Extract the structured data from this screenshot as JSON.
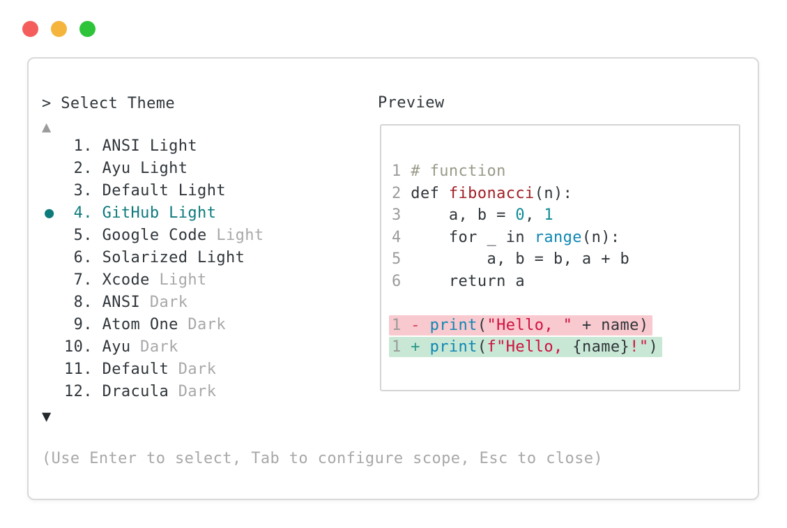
{
  "colors": {
    "accent_teal": "#0d7a7c",
    "text_dark": "#2f353a",
    "text_muted": "#a8a8a8",
    "line_number": "#9b9b9b",
    "comment": "#999988",
    "function_name": "#a02025",
    "number_literal": "#0f8a94",
    "builtin": "#0e86b3",
    "string": "#d01040",
    "diff_del_sign": "#d6405a",
    "diff_add_sign": "#2a9a8a",
    "diff_del_bg": "#f8c9ce",
    "diff_add_bg": "#c8e7d5",
    "border": "#d9d9d9",
    "traffic_red": "#f55d5d",
    "traffic_yellow": "#f5b43c",
    "traffic_green": "#2dc43a"
  },
  "selector": {
    "prompt": "> Select Theme",
    "scroll_up": "▲",
    "scroll_down": "▼",
    "bullet": "●",
    "hint": "(Use Enter to select, Tab to configure scope, Esc to close)",
    "items": [
      {
        "num": " 1. ",
        "name": "ANSI Light",
        "variant": "",
        "selected": false
      },
      {
        "num": " 2. ",
        "name": "Ayu Light",
        "variant": "",
        "selected": false
      },
      {
        "num": " 3. ",
        "name": "Default Light",
        "variant": "",
        "selected": false
      },
      {
        "num": " 4. ",
        "name": "GitHub Light",
        "variant": "",
        "selected": true
      },
      {
        "num": " 5. ",
        "name": "Google Code",
        "variant": " Light",
        "selected": false
      },
      {
        "num": " 6. ",
        "name": "Solarized Light",
        "variant": "",
        "selected": false
      },
      {
        "num": " 7. ",
        "name": "Xcode",
        "variant": " Light",
        "selected": false
      },
      {
        "num": " 8. ",
        "name": "ANSI",
        "variant": " Dark",
        "selected": false
      },
      {
        "num": " 9. ",
        "name": "Atom One",
        "variant": " Dark",
        "selected": false
      },
      {
        "num": "10. ",
        "name": "Ayu",
        "variant": " Dark",
        "selected": false
      },
      {
        "num": "11. ",
        "name": "Default",
        "variant": " Dark",
        "selected": false
      },
      {
        "num": "12. ",
        "name": "Dracula",
        "variant": " Dark",
        "selected": false
      }
    ]
  },
  "preview": {
    "label": "Preview",
    "lines": [
      {
        "tokens": [
          [
            "ln",
            "1 "
          ],
          [
            "comment",
            "# function"
          ]
        ]
      },
      {
        "tokens": [
          [
            "ln",
            "2 "
          ],
          [
            "plain",
            "def "
          ],
          [
            "func",
            "fibonacci"
          ],
          [
            "plain",
            "(n):"
          ]
        ]
      },
      {
        "tokens": [
          [
            "ln",
            "3 "
          ],
          [
            "plain",
            "    a, b = "
          ],
          [
            "num",
            "0"
          ],
          [
            "plain",
            ", "
          ],
          [
            "num",
            "1"
          ]
        ]
      },
      {
        "tokens": [
          [
            "ln",
            "4 "
          ],
          [
            "plain",
            "    for _ in "
          ],
          [
            "builtin",
            "range"
          ],
          [
            "plain",
            "(n):"
          ]
        ]
      },
      {
        "tokens": [
          [
            "ln",
            "5 "
          ],
          [
            "plain",
            "        a, b = b, a + b"
          ]
        ]
      },
      {
        "tokens": [
          [
            "ln",
            "6 "
          ],
          [
            "plain",
            "    return a"
          ]
        ]
      },
      {
        "tokens": []
      },
      {
        "bg": "del",
        "tokens": [
          [
            "ln",
            "1 "
          ],
          [
            "del",
            "- "
          ],
          [
            "builtin",
            "print"
          ],
          [
            "plain",
            "("
          ],
          [
            "string",
            "\"Hello, \""
          ],
          [
            "plain",
            " + name)"
          ]
        ]
      },
      {
        "bg": "add",
        "tokens": [
          [
            "ln",
            "1 "
          ],
          [
            "add",
            "+ "
          ],
          [
            "builtin",
            "print"
          ],
          [
            "plain",
            "("
          ],
          [
            "string",
            "f\"Hello, "
          ],
          [
            "plain",
            "{name}"
          ],
          [
            "string",
            "!\""
          ],
          [
            "plain",
            ")"
          ]
        ]
      }
    ]
  }
}
